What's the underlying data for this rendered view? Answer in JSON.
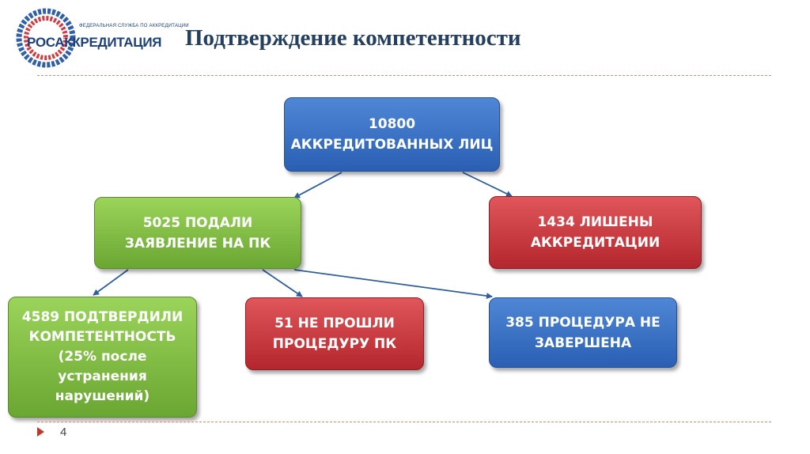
{
  "logo": {
    "small_text": "ФЕДЕРАЛЬНАЯ СЛУЖБА ПО АККРЕДИТАЦИИ",
    "ros": "РОС",
    "rest": "АККРЕДИТАЦИЯ"
  },
  "title": "Подтверждение компетентности",
  "page_number": "4",
  "nodes": {
    "total": {
      "line1": "10800",
      "line2": "АККРЕДИТОВАННЫХ ЛИЦ"
    },
    "applied": {
      "line1": "5025 ПОДАЛИ",
      "line2": "ЗАЯВЛЕНИЕ НА ПК"
    },
    "revoked": {
      "line1": "1434 ЛИШЕНЫ",
      "line2": "АККРЕДИТАЦИИ"
    },
    "confirmed": {
      "line1": "4589 ПОДТВЕРДИЛИ",
      "line2": "КОМПЕТЕНТНОСТЬ",
      "line3": "(25% после",
      "line4": "устранения",
      "line5": "нарушений)"
    },
    "failed": {
      "line1": "51 НЕ ПРОШЛИ",
      "line2": "ПРОЦЕДУРУ ПК"
    },
    "unfinished": {
      "line1": "385 ПРОЦЕДУРА НЕ",
      "line2": "ЗАВЕРШЕНА"
    }
  },
  "colors": {
    "blue": "#3a6fc4",
    "green": "#84c043",
    "red": "#c8363c",
    "title": "#243f60"
  }
}
